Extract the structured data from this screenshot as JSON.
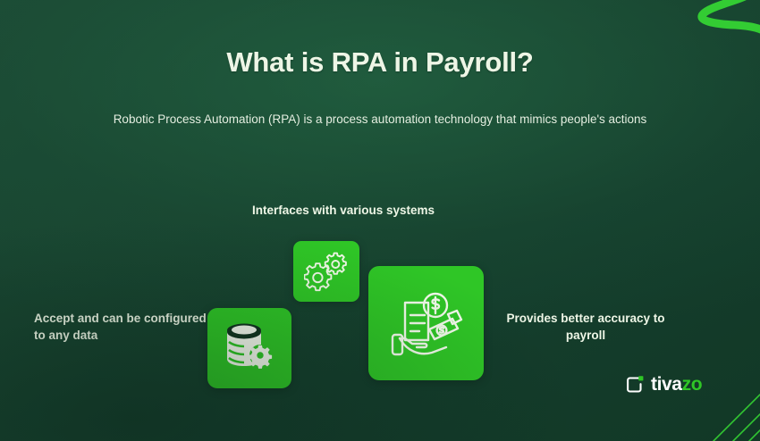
{
  "slide": {
    "title": "What is RPA in Payroll?",
    "subtitle": "Robotic Process Automation (RPA) is a process automation technology that mimics people's actions",
    "captions": {
      "top": "Interfaces with various systems",
      "left": "Accept and can be configured to any data",
      "right": "Provides better accuracy to payroll"
    },
    "tiles": [
      {
        "name": "gears-tile",
        "icon": "gears-icon",
        "color": "#2fc626"
      },
      {
        "name": "database-tile",
        "icon": "database-gear-icon",
        "color": "#2fc626"
      },
      {
        "name": "payroll-tile",
        "icon": "hand-holding-money-icon",
        "color": "#2fc626"
      }
    ],
    "logo": {
      "mark_icon": "tivazo-bracket-icon",
      "word_part1": "tiva",
      "word_part2": "zo"
    },
    "decorations": [
      {
        "name": "squiggle-decoration",
        "icon": "zigzag-stroke-icon",
        "color": "#33cc33"
      },
      {
        "name": "corner-lines-decoration",
        "icon": "diagonal-lines-icon",
        "color": "#33cc33"
      }
    ],
    "colors": {
      "background_dark": "#143d2c",
      "background_light": "#1b4b35",
      "accent_green": "#2fc626",
      "bright_green": "#33cc33",
      "text_light": "#eef6e6",
      "text_muted": "#e4eee0"
    }
  }
}
